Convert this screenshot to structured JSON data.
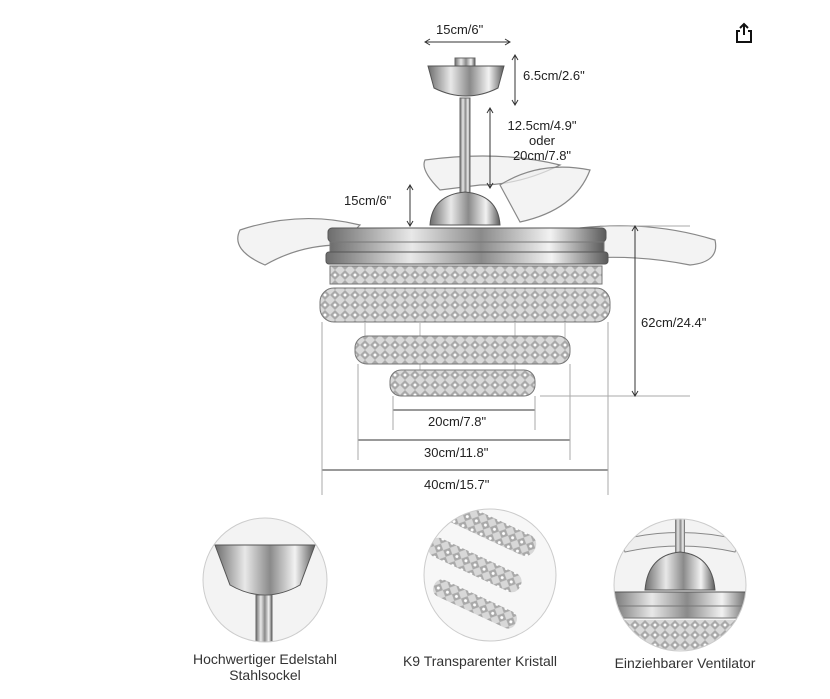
{
  "toolbar": {
    "share_icon": "share-icon"
  },
  "dimensions": {
    "canopy_width": "15cm/6\"",
    "canopy_height": "6.5cm/2.6\"",
    "rod_length_1": "12.5cm/4.9\"",
    "rod_or": "oder",
    "rod_length_2": "20cm/7.8\"",
    "motor_height": "15cm/6\"",
    "total_height": "62cm/24.4\"",
    "ring_small": "20cm/7.8\"",
    "ring_medium": "30cm/11.8\"",
    "ring_large": "40cm/15.7\""
  },
  "features": [
    {
      "line1": "Hochwertiger Edelstahl",
      "line2": "Stahlsockel"
    },
    {
      "line1": "K9 Transparenter Kristall"
    },
    {
      "line1": "Einziehbarer Ventilator"
    }
  ]
}
